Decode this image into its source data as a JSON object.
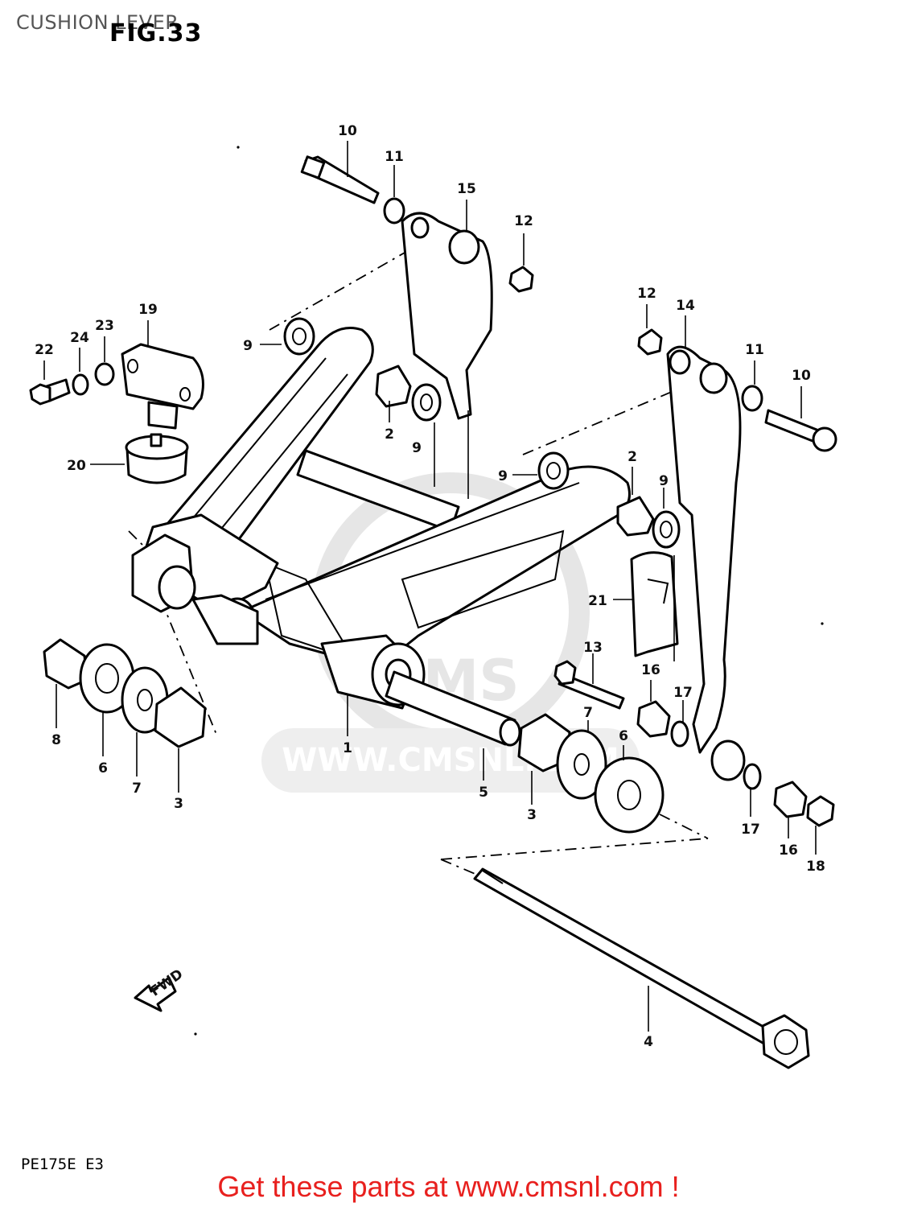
{
  "header": {
    "page_title": "CUSHION LEVER",
    "figure_label": "FIG.33"
  },
  "footer": {
    "model_code": "PE175E  E3",
    "cta": "Get these parts at www.cmsnl.com !"
  },
  "watermark": {
    "text": "WWW.CMSNL.COM",
    "logo_text": "CMS"
  },
  "direction_marker": {
    "text": "FWD"
  },
  "colors": {
    "cta": "#e8201e",
    "watermark": "#e6e6e6",
    "line": "#000000"
  },
  "callouts": [
    {
      "id": "c10a",
      "num": "10"
    },
    {
      "id": "c11a",
      "num": "11"
    },
    {
      "id": "c15",
      "num": "15"
    },
    {
      "id": "c12a",
      "num": "12"
    },
    {
      "id": "c12b",
      "num": "12"
    },
    {
      "id": "c14",
      "num": "14"
    },
    {
      "id": "c11b",
      "num": "11"
    },
    {
      "id": "c10b",
      "num": "10"
    },
    {
      "id": "c19",
      "num": "19"
    },
    {
      "id": "c23",
      "num": "23"
    },
    {
      "id": "c24",
      "num": "24"
    },
    {
      "id": "c22",
      "num": "22"
    },
    {
      "id": "c9a",
      "num": "9"
    },
    {
      "id": "c2a",
      "num": "2"
    },
    {
      "id": "c9b",
      "num": "9"
    },
    {
      "id": "c20",
      "num": "20"
    },
    {
      "id": "c9c",
      "num": "9"
    },
    {
      "id": "c2b",
      "num": "2"
    },
    {
      "id": "c9d",
      "num": "9"
    },
    {
      "id": "c21",
      "num": "21"
    },
    {
      "id": "c13",
      "num": "13"
    },
    {
      "id": "c16a",
      "num": "16"
    },
    {
      "id": "c17a",
      "num": "17"
    },
    {
      "id": "c7a",
      "num": "7"
    },
    {
      "id": "c6a",
      "num": "6"
    },
    {
      "id": "c1",
      "num": "1"
    },
    {
      "id": "c8",
      "num": "8"
    },
    {
      "id": "c6b",
      "num": "6"
    },
    {
      "id": "c7b",
      "num": "7"
    },
    {
      "id": "c3a",
      "num": "3"
    },
    {
      "id": "c5",
      "num": "5"
    },
    {
      "id": "c3b",
      "num": "3"
    },
    {
      "id": "c17b",
      "num": "17"
    },
    {
      "id": "c16b",
      "num": "16"
    },
    {
      "id": "c18",
      "num": "18"
    },
    {
      "id": "c4",
      "num": "4"
    }
  ]
}
